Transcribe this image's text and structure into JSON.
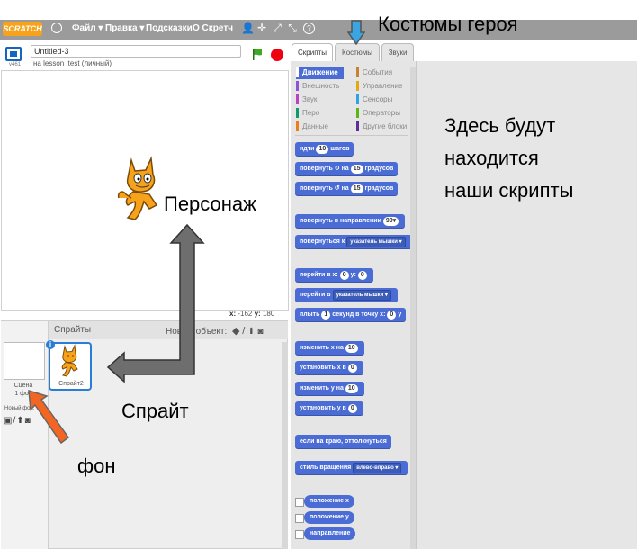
{
  "menubar": {
    "logo": "SCRATCH",
    "items": [
      "Файл ▾",
      "Правка ▾",
      "Подсказки",
      "О Скретч"
    ],
    "tools": [
      "👤",
      "✛",
      "⤢",
      "⤡",
      "?"
    ]
  },
  "stage": {
    "version": "v461",
    "title": "Untitled-3",
    "subtitle": "на lesson_test (личный)",
    "coords_x_label": "x:",
    "coords_x": "-162",
    "coords_y_label": "y:",
    "coords_y": "180"
  },
  "sprites": {
    "title": "Спрайты",
    "new_object": "Новый объект:",
    "stage_label": "Сцена",
    "stage_count": "1 фон",
    "new_bg": "Новый фон:",
    "sprite_name": "Спрайт2"
  },
  "tabs": [
    "Скрипты",
    "Костюмы",
    "Звуки"
  ],
  "categories": {
    "left": [
      {
        "label": "Движение",
        "color": "#4a6cd4"
      },
      {
        "label": "Внешность",
        "color": "#8a55d7"
      },
      {
        "label": "Звук",
        "color": "#bb42c3"
      },
      {
        "label": "Перо",
        "color": "#0e9a6c"
      },
      {
        "label": "Данные",
        "color": "#ee7d16"
      }
    ],
    "right": [
      {
        "label": "События",
        "color": "#c88330"
      },
      {
        "label": "Управление",
        "color": "#e1a91a"
      },
      {
        "label": "Сенсоры",
        "color": "#2ca5e2"
      },
      {
        "label": "Операторы",
        "color": "#5cb712"
      },
      {
        "label": "Другие блоки",
        "color": "#632d99"
      }
    ]
  },
  "blocks": {
    "move": {
      "pre": "идти",
      "num": "10",
      "post": "шагов"
    },
    "turn_right": {
      "pre": "повернуть ↻ на",
      "num": "15",
      "post": "градусов"
    },
    "turn_left": {
      "pre": "повернуть ↺ на",
      "num": "15",
      "post": "градусов"
    },
    "point_dir": {
      "pre": "повернуть в направлении",
      "num": "90▾"
    },
    "point_towards": {
      "pre": "повернуться к",
      "dd": "указатель мышки ▾"
    },
    "goto_xy": {
      "pre": "перейти в x:",
      "x": "0",
      "mid": "y:",
      "y": "0"
    },
    "goto": {
      "pre": "перейти в",
      "dd": "указатель мышки ▾"
    },
    "glide": {
      "pre": "плыть",
      "num": "1",
      "mid": "секунд в точку x:",
      "x": "0",
      "post": "y"
    },
    "change_x": {
      "pre": "изменить х на",
      "num": "10"
    },
    "set_x": {
      "pre": "установить х в",
      "num": "0"
    },
    "change_y": {
      "pre": "изменить у на",
      "num": "10"
    },
    "set_y": {
      "pre": "установить у в",
      "num": "0"
    },
    "bounce": "если на краю, оттолкнуться",
    "rotation": {
      "pre": "стиль вращения",
      "dd": "влево-вправо ▾"
    },
    "rep_x": "положение x",
    "rep_y": "положение y",
    "rep_dir": "направление"
  },
  "annotations": {
    "costumes": "Костюмы героя",
    "scripts": [
      "Здесь будут",
      "находится",
      "наши скрипты"
    ],
    "character": "Персонаж",
    "sprite": "Спрайт",
    "background": "фон"
  },
  "colors": {
    "motion": "#4a6cd4",
    "accent_blue": "#2a7dd6",
    "annotation_arrow": "#6e6e6e",
    "orange_arrow": "#f26522"
  }
}
